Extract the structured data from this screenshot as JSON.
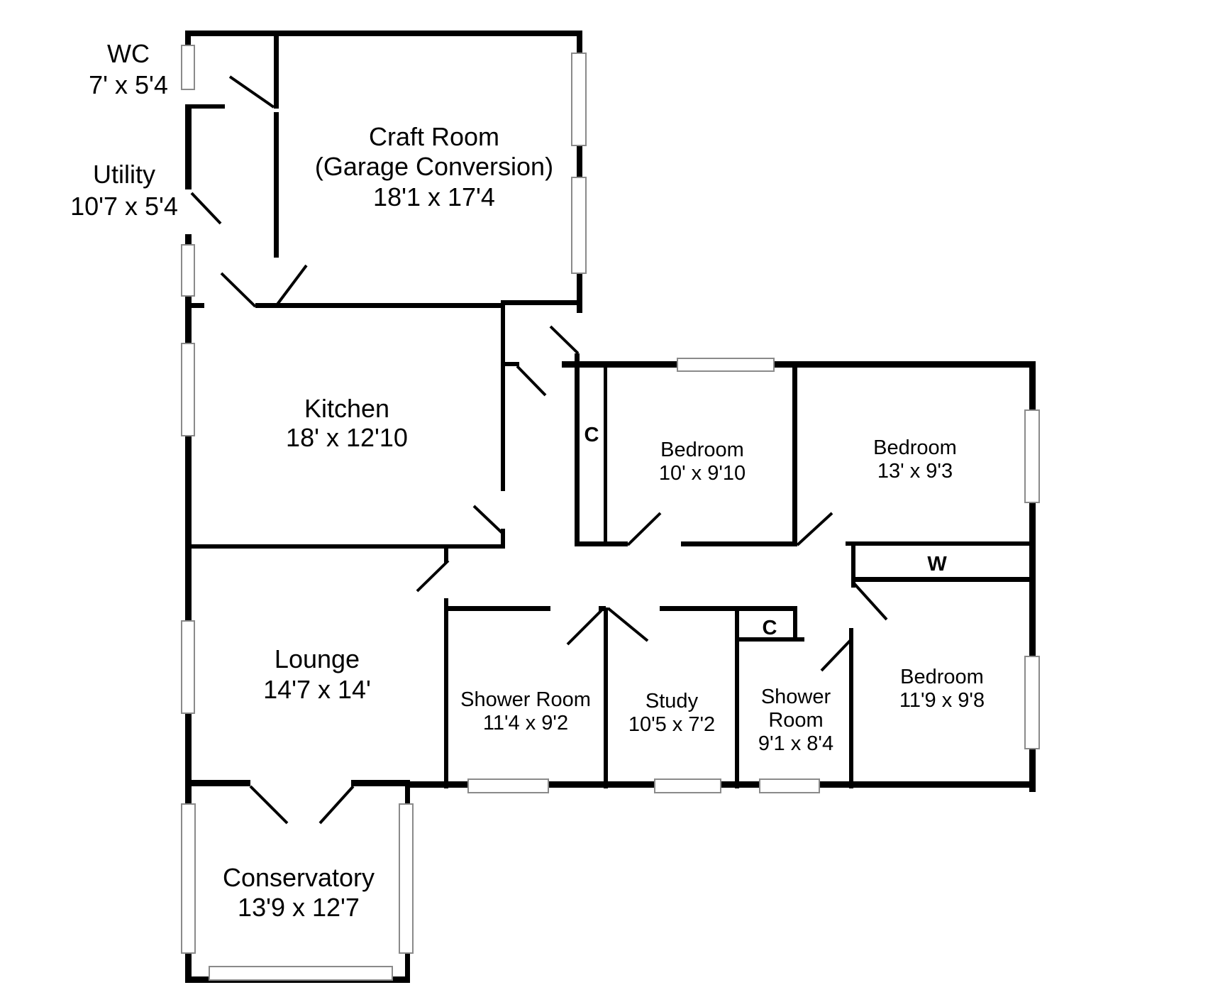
{
  "rooms": {
    "wc": {
      "name": "WC",
      "size": "7' x 5'4"
    },
    "utility": {
      "name": "Utility",
      "size": "10'7 x 5'4"
    },
    "craft": {
      "name": "Craft Room",
      "note": "(Garage Conversion)",
      "size": "18'1 x 17'4"
    },
    "kitchen": {
      "name": "Kitchen",
      "size": "18' x 12'10"
    },
    "bedroom_1": {
      "name": "Bedroom",
      "size": "10' x 9'10"
    },
    "bedroom_2": {
      "name": "Bedroom",
      "size": "13' x 9'3"
    },
    "bedroom_3": {
      "name": "Bedroom",
      "size": "11'9 x 9'8"
    },
    "lounge": {
      "name": "Lounge",
      "size": "14'7 x 14'"
    },
    "shower_room_1": {
      "name": "Shower Room",
      "size": "11'4 x 9'2"
    },
    "study": {
      "name": "Study",
      "size": "10'5 x 7'2"
    },
    "shower_room_2": {
      "name_line1": "Shower",
      "name_line2": "Room",
      "size": "9'1 x 8'4"
    },
    "conservatory": {
      "name": "Conservatory",
      "size": "13'9 x 12'7"
    }
  },
  "markers": {
    "cupboard_1": "C",
    "cupboard_2": "C",
    "wardrobe": "W"
  },
  "colors": {
    "wall": "#000000",
    "window_frame": "#8a8a8a",
    "background": "#ffffff"
  }
}
